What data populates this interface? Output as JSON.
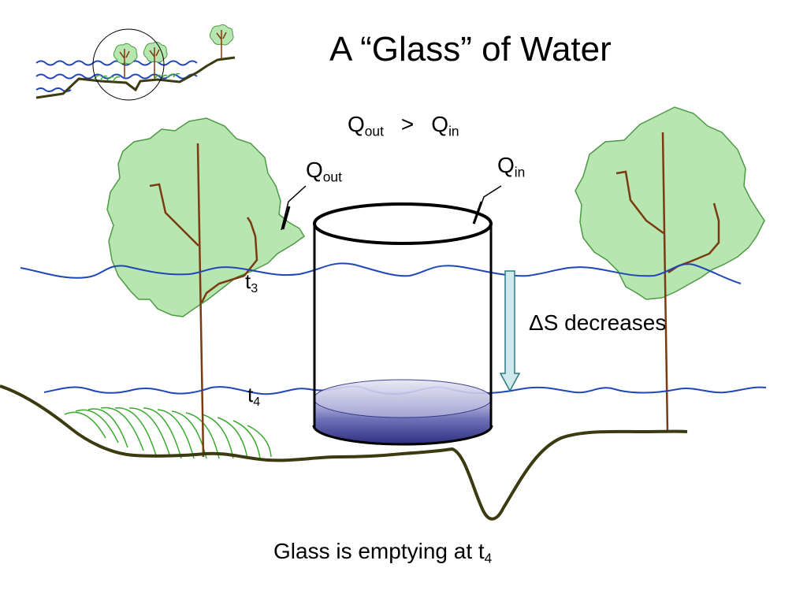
{
  "title": "A “Glass” of Water",
  "equation": {
    "left_symbol": "Q",
    "left_sub": "out",
    "operator": ">",
    "right_symbol": "Q",
    "right_sub": "in"
  },
  "q_out_label": {
    "symbol": "Q",
    "sub": "out"
  },
  "q_in_label": {
    "symbol": "Q",
    "sub": "in"
  },
  "t3_label": {
    "symbol": "t",
    "sub": "3"
  },
  "t4_label": {
    "symbol": "t",
    "sub": "4"
  },
  "storage_change": "ΔS decreases",
  "caption": {
    "text": "Glass is emptying at t",
    "sub": "4"
  },
  "colors": {
    "water_line": "#1f47b8",
    "tree_canopy": "#b8e6b0",
    "tree_outline": "#4d9a45",
    "trunk": "#7a3b10",
    "ground": "#3b3a10",
    "grass": "#3aaa2e",
    "water_fill_top": "#c9cbe8",
    "water_fill_bottom": "#2e2f80",
    "arrow_fill": "#cfe9ec",
    "arrow_outline": "#2b7a82"
  }
}
